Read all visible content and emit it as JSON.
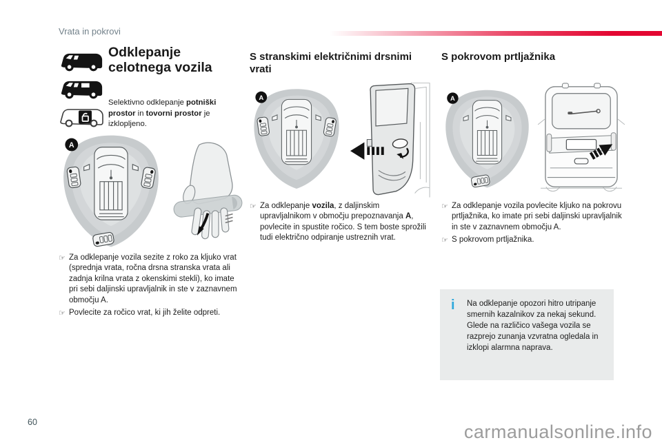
{
  "header": {
    "section": "Vrata in pokrovi"
  },
  "footer": {
    "page_number": "60",
    "watermark": "carmanualsonline.info"
  },
  "glyphs": {
    "bullet": "☞",
    "zone_label": "A",
    "info_icon": "i"
  },
  "colors": {
    "accent_red": "#e30631",
    "info_icon_blue": "#2fa9dc",
    "info_box_bg": "#e9ebeb",
    "zone_gray_outer": "#c7cbcd",
    "zone_gray_mid": "#d3d6d8",
    "zone_gray_inner": "#dee1e2"
  },
  "unlock_all": {
    "title_line1": "Odklepanje",
    "title_line2": "celotnega vozila",
    "intro": {
      "pre": "Selektivno odklepanje ",
      "bold1": "potniški prostor",
      "mid": " in ",
      "bold2": "tovorni prostor",
      "post": " je izklopljeno."
    },
    "bullet1": "Za odklepanje vozila sezite z roko za kljuko vrat (sprednja vrata, ročna drsna stranska vrata ali zadnja krilna vrata z okenskimi stekli), ko imate pri sebi daljinski upravljalnik in ste v zaznavnem območju A.",
    "bullet2": "Povlecite za ročico vrat, ki jih želite odpreti."
  },
  "sliding_doors": {
    "heading": "S stranskimi električnimi drsnimi vrati",
    "bullet": {
      "pre": "Za odklepanje ",
      "bold1": "vozila",
      "mid": ", z daljinskim upravljalnikom v območju prepoznavanja ",
      "bold2": "A",
      "post": ", povlecite in spustite ročico. S tem boste sprožili tudi električno odpiranje ustreznih vrat."
    }
  },
  "tailgate": {
    "heading": "S pokrovom prtljažnika",
    "bullet1": "Za odklepanje vozila povlecite kljuko na pokrovu prtljažnika, ko imate pri sebi daljinski upravljalnik in ste v zaznavnem območju A.",
    "bullet2": "S pokrovom prtljažnika.",
    "info_note": "Na odklepanje opozori hitro utripanje smernih kazalnikov za nekaj sekund. Glede na različico vašega vozila se razprejo zunanja vzvratna ogledala in izklopi alarmna naprava."
  }
}
